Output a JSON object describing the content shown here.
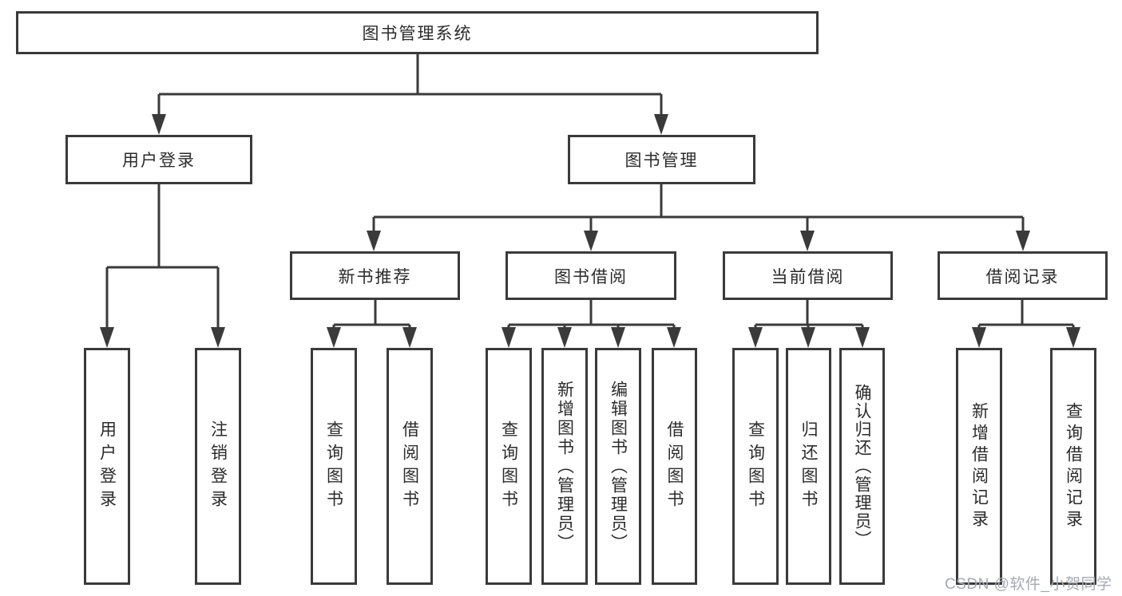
{
  "page": {
    "watermark": "CSDN @软件_小贺同学"
  },
  "diagram": {
    "type": "hierarchy-tree",
    "colors": {
      "line": "#3a3a3a",
      "text": "#2b2b2b",
      "box_background": "#ffffff",
      "watermark": "#a6aab2"
    },
    "root": {
      "label": "图书管理系统"
    },
    "level2": [
      {
        "label": "用户登录"
      },
      {
        "label": "图书管理"
      }
    ],
    "level3": [
      {
        "label": "新书推荐"
      },
      {
        "label": "图书借阅"
      },
      {
        "label": "当前借阅"
      },
      {
        "label": "借阅记录"
      }
    ],
    "leaves": {
      "user_login": [
        "用户登录",
        "注销登录"
      ],
      "new_book": [
        "查询图书",
        "借阅图书"
      ],
      "book_borrow": [
        "查询图书",
        "新增图书（管理员）",
        "编辑图书（管理员）",
        "借阅图书"
      ],
      "current_borrow": [
        "查询图书",
        "归还图书",
        "确认归还（管理员）"
      ],
      "borrow_record": [
        "新增借阅记录",
        "查询借阅记录"
      ]
    }
  }
}
